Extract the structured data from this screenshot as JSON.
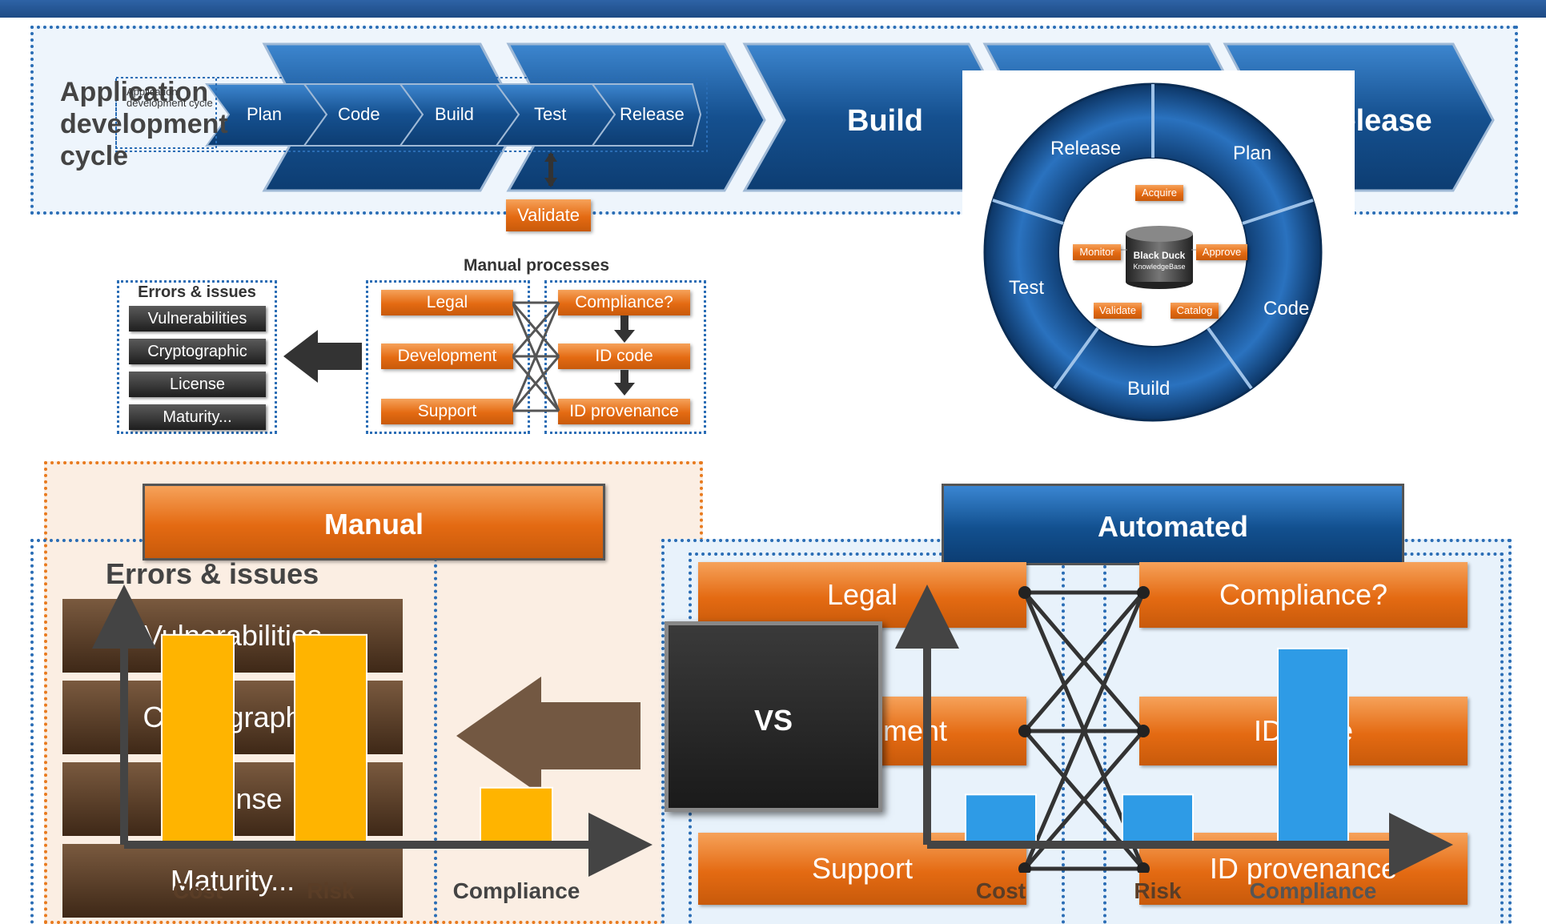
{
  "cycle": {
    "label": "Application development cycle",
    "label_small": "Application development cycle",
    "stages_small": [
      "Plan",
      "Code",
      "Build",
      "Test",
      "Release"
    ],
    "stages_large": [
      "Build",
      "Release"
    ],
    "validate": "Validate"
  },
  "wheel": {
    "segments": [
      "Release",
      "Plan",
      "Code",
      "Build",
      "Test"
    ],
    "center_title": "Black Duck",
    "center_subtitle": "KnowledgeBase",
    "tags": [
      "Acquire",
      "Approve",
      "Catalog",
      "Validate",
      "Monitor"
    ]
  },
  "small_panel": {
    "errors_title": "Errors & issues",
    "errors": [
      "Vulnerabilities",
      "Cryptographic",
      "License",
      "Maturity..."
    ],
    "manual_title": "Manual processes",
    "left_items": [
      "Legal",
      "Development",
      "Support"
    ],
    "right_items": [
      "Compliance?",
      "ID code",
      "ID provenance"
    ]
  },
  "big_panel": {
    "manual_label": "Manual",
    "automated_label": "Automated",
    "errors_title": "Errors & issues",
    "errors": [
      "Vulnerabilities",
      "Cryptographic",
      "License",
      "Maturity..."
    ],
    "left_items": [
      "Legal",
      "Development",
      "Support"
    ],
    "right_items": [
      "Compliance?",
      "ID code",
      "ID provenance"
    ],
    "vs_label": "VS"
  },
  "chart_data": [
    {
      "type": "bar",
      "categories": [
        "Cost",
        "Risk",
        "Compliance"
      ],
      "values": [
        92,
        92,
        25
      ],
      "ylim": [
        0,
        100
      ],
      "color": "#ffb400"
    },
    {
      "type": "bar",
      "categories": [
        "Cost",
        "Risk",
        "Compliance"
      ],
      "values": [
        22,
        22,
        86
      ],
      "ylim": [
        0,
        100
      ],
      "color": "#2e9be6"
    }
  ],
  "colors": {
    "blue": "#1a5a9e",
    "orange": "#e8741a",
    "dark": "#2a2a2a",
    "brown": "#5a3d26"
  }
}
